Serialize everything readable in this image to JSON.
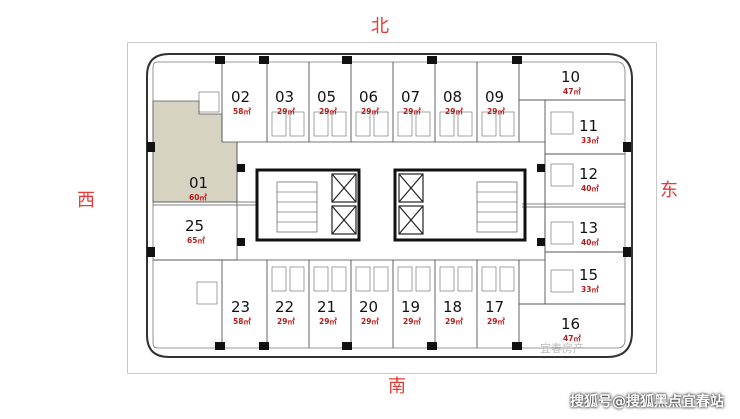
{
  "directions": {
    "north": "北",
    "south": "南",
    "west": "西",
    "east": "东"
  },
  "units": [
    {
      "no": "02",
      "area": "58㎡"
    },
    {
      "no": "03",
      "area": "29㎡"
    },
    {
      "no": "05",
      "area": "29㎡"
    },
    {
      "no": "06",
      "area": "29㎡"
    },
    {
      "no": "07",
      "area": "29㎡"
    },
    {
      "no": "08",
      "area": "29㎡"
    },
    {
      "no": "09",
      "area": "29㎡"
    },
    {
      "no": "10",
      "area": "47㎡"
    },
    {
      "no": "11",
      "area": "33㎡"
    },
    {
      "no": "12",
      "area": "40㎡"
    },
    {
      "no": "13",
      "area": "40㎡"
    },
    {
      "no": "15",
      "area": "33㎡"
    },
    {
      "no": "16",
      "area": "47㎡"
    },
    {
      "no": "17",
      "area": "29㎡"
    },
    {
      "no": "18",
      "area": "29㎡"
    },
    {
      "no": "19",
      "area": "29㎡"
    },
    {
      "no": "20",
      "area": "29㎡"
    },
    {
      "no": "21",
      "area": "29㎡"
    },
    {
      "no": "22",
      "area": "29㎡"
    },
    {
      "no": "23",
      "area": "58㎡"
    },
    {
      "no": "25",
      "area": "65㎡"
    },
    {
      "no": "01",
      "area": "60㎡"
    }
  ],
  "highlight_unit": "01",
  "colors": {
    "highlight_fill": "#d7d3c3",
    "wall": "#222222",
    "thin_line": "#555555",
    "area_text": "#b71c1c",
    "direction_text": "#e53935"
  },
  "watermarks": {
    "bottom": "搜狐号@搜狐黑点宜春站",
    "inner": "宜春房产"
  }
}
